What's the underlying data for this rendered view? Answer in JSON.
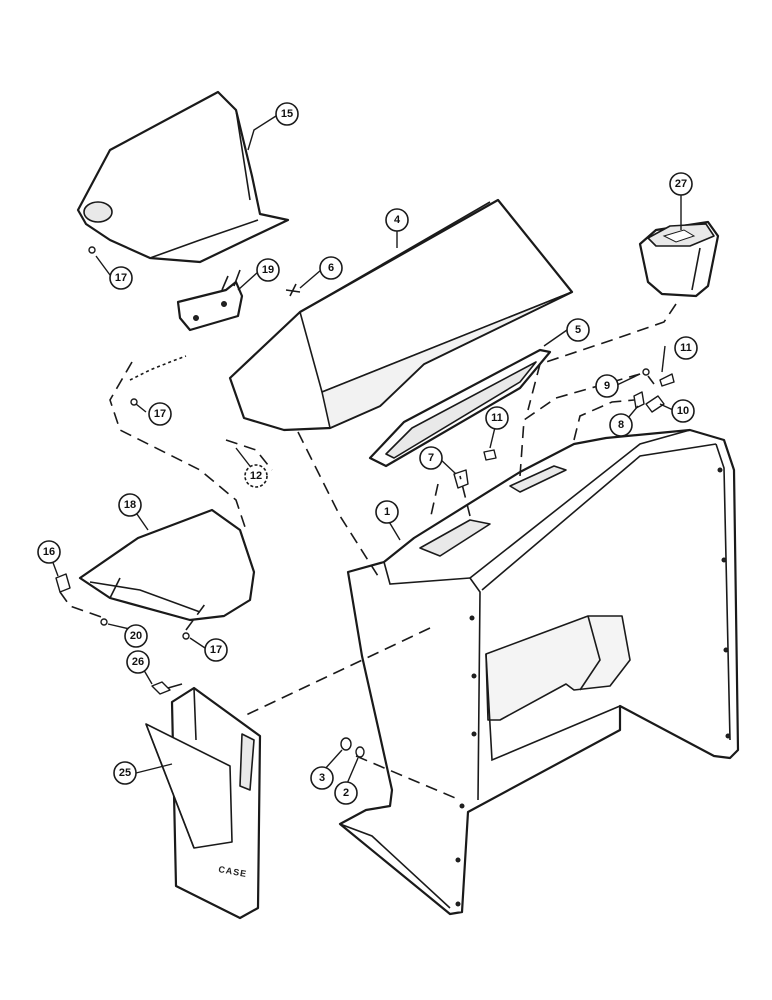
{
  "callouts": [
    {
      "id": "callout-1",
      "label": "1"
    },
    {
      "id": "callout-2",
      "label": "2"
    },
    {
      "id": "callout-3",
      "label": "3"
    },
    {
      "id": "callout-4",
      "label": "4"
    },
    {
      "id": "callout-5",
      "label": "5"
    },
    {
      "id": "callout-6",
      "label": "6"
    },
    {
      "id": "callout-7",
      "label": "7"
    },
    {
      "id": "callout-8",
      "label": "8"
    },
    {
      "id": "callout-9",
      "label": "9"
    },
    {
      "id": "callout-10",
      "label": "10"
    },
    {
      "id": "callout-11a",
      "label": "11"
    },
    {
      "id": "callout-11b",
      "label": "11"
    },
    {
      "id": "callout-12",
      "label": "12"
    },
    {
      "id": "callout-15",
      "label": "15"
    },
    {
      "id": "callout-16",
      "label": "16"
    },
    {
      "id": "callout-17a",
      "label": "17"
    },
    {
      "id": "callout-17b",
      "label": "17"
    },
    {
      "id": "callout-17c",
      "label": "17"
    },
    {
      "id": "callout-18",
      "label": "18"
    },
    {
      "id": "callout-19",
      "label": "19"
    },
    {
      "id": "callout-20",
      "label": "20"
    },
    {
      "id": "callout-25",
      "label": "25"
    },
    {
      "id": "callout-26",
      "label": "26"
    },
    {
      "id": "callout-27",
      "label": "27"
    }
  ],
  "logo_text": "CASE"
}
